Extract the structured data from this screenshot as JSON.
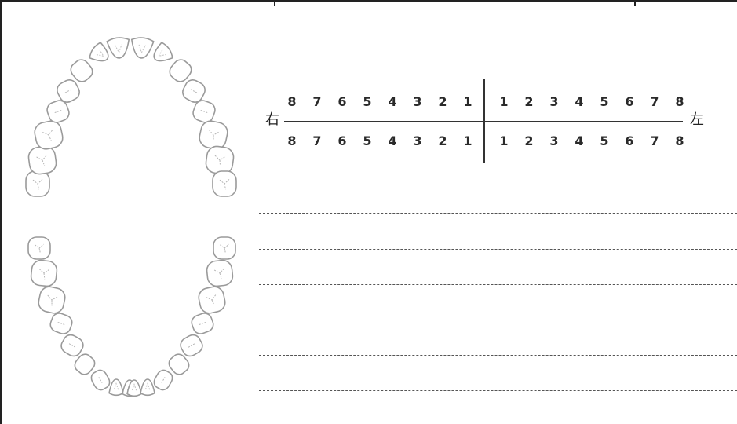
{
  "chart_labels": {
    "right_side": "右",
    "left_side": "左"
  },
  "tooth_numbers": {
    "upper_right": [
      "8",
      "7",
      "6",
      "5",
      "4",
      "3",
      "2",
      "1"
    ],
    "upper_left": [
      "1",
      "2",
      "3",
      "4",
      "5",
      "6",
      "7",
      "8"
    ],
    "lower_right": [
      "8",
      "7",
      "6",
      "5",
      "4",
      "3",
      "2",
      "1"
    ],
    "lower_left": [
      "1",
      "2",
      "3",
      "4",
      "5",
      "6",
      "7",
      "8"
    ]
  },
  "notes": {
    "line_count": 6
  },
  "colors": {
    "tooth_outline": "#9a9a9a",
    "ink": "#222222"
  },
  "icons": {
    "upper_arch": "upper-dental-arch-icon",
    "lower_arch": "lower-dental-arch-icon"
  }
}
